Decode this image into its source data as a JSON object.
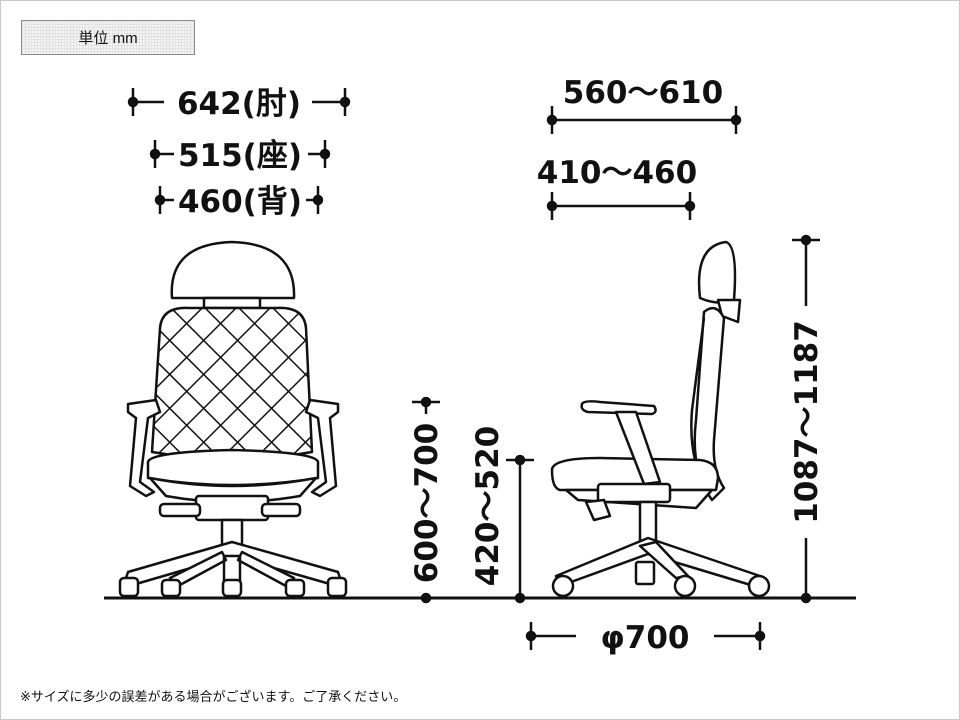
{
  "unit_label": "単位 mm",
  "dimensions": {
    "armrest_width": "642(肘)",
    "seat_width": "515(座)",
    "back_width": "460(背)",
    "depth_overall": "560～610",
    "seat_depth": "410～460",
    "armrest_height": "600～700",
    "seat_height": "420～520",
    "overall_height": "1087～1187",
    "base_diameter": "φ700"
  },
  "note": "※サイズに多少の誤差がある場合がございます。ご了承ください。"
}
